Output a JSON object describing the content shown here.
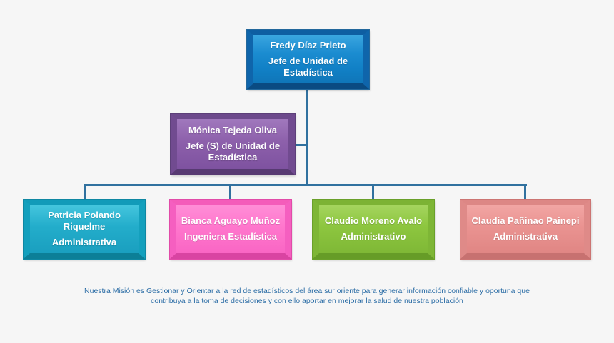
{
  "page": {
    "background_color": "#f6f6f6",
    "connector_color": "#31719f"
  },
  "org_chart": {
    "nodes": [
      {
        "id": "jefe",
        "name": "Fredy Díaz Prieto",
        "title": "Jefe de Unidad de Estadística",
        "theme_color": "#1b8cd0"
      },
      {
        "id": "jefe-s",
        "name": "Mónica Tejeda Oliva",
        "title": "Jefe (S) de Unidad de Estadística",
        "theme_color": "#8d60ab"
      },
      {
        "id": "staff1",
        "name": "Patricia Polando Riquelme",
        "title": "Administrativa",
        "theme_color": "#23adcb"
      },
      {
        "id": "staff2",
        "name": "Bianca Aguayo Muñoz",
        "title": "Ingeniera Estadística",
        "theme_color": "#ff77cd"
      },
      {
        "id": "staff3",
        "name": "Claudio Moreno Avalo",
        "title": "Administrativo",
        "theme_color": "#8dc63f"
      },
      {
        "id": "staff4",
        "name": "Claudia Pañinao Painepi",
        "title": "Administrativa",
        "theme_color": "#ea9391"
      }
    ]
  },
  "mission": {
    "text": "Nuestra Misión es Gestionar y Orientar a la red de estadísticos del área sur oriente para generar información confiable y oportuna que contribuya a la toma de decisiones y con ello aportar en mejorar la salud de nuestra población",
    "text_color": "#2a6ca5"
  }
}
